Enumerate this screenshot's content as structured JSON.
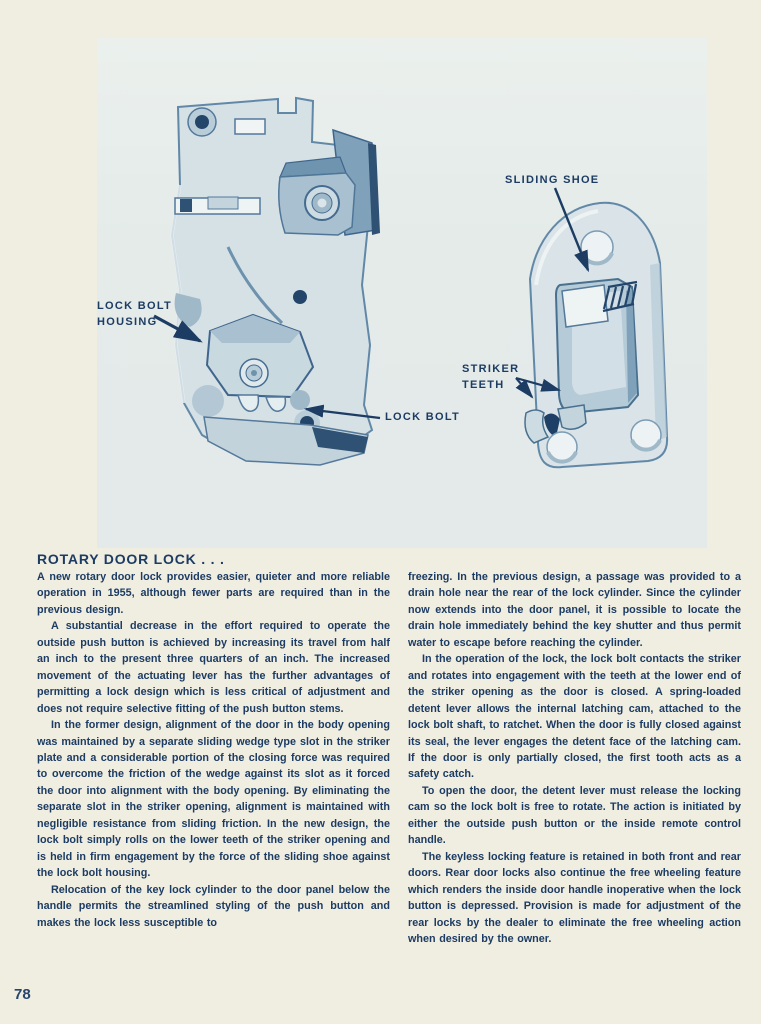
{
  "page": {
    "number": "78",
    "heading": "ROTARY DOOR LOCK .  .  .",
    "background_color": "#f0ede1",
    "text_color": "#1d3c63",
    "figure_plate_color": "#e5ebe9"
  },
  "figure": {
    "labels": {
      "sliding_shoe": "SLIDING SHOE",
      "lock_bolt_housing_line1": "LOCK BOLT",
      "lock_bolt_housing_line2": "HOUSING",
      "striker_teeth_line1": "STRIKER",
      "striker_teeth_line2": "TEETH",
      "lock_bolt": "LOCK BOLT"
    },
    "illustrations": {
      "left": "rotary door lock mechanism",
      "right": "striker plate"
    }
  },
  "columns": {
    "left": [
      "A new rotary door lock provides easier, quieter and more reliable operation in 1955, although fewer parts are required than in the previous design.",
      "A substantial decrease in the effort required to operate the outside push button is achieved by increasing its travel from half an inch to the present three quarters of an inch. The increased movement of the actuating lever has the further advantages of permitting a lock design which is less critical of adjustment and does not require selective fitting of the push button stems.",
      "In the former design, alignment of the door in the body opening was maintained by a separate sliding wedge type slot in the striker plate and a considerable portion of the closing force was required to overcome the friction of the wedge against its slot as it forced the door into alignment with the body opening. By eliminating the separate slot in the striker opening, alignment is maintained with negligible resistance from sliding friction. In the new design, the lock bolt simply rolls on the lower teeth of the striker opening and is held in firm engagement by the force of the sliding shoe against the lock bolt housing.",
      "Relocation of the key lock cylinder to the door panel below the handle permits the streamlined styling of the push button and makes the lock less susceptible to"
    ],
    "right": [
      "freezing. In the previous design, a passage was provided to a drain hole near the rear of the lock cylinder. Since the cylinder now extends into the door panel, it is possible to locate the drain hole immediately behind the key shutter and thus permit water to escape before reaching the cylinder.",
      "In the operation of the lock, the lock bolt contacts the striker and rotates into engagement with the teeth at the lower end of the striker opening as the door is closed. A spring-loaded detent lever allows the internal latching cam, attached to the lock bolt shaft, to ratchet. When the door is fully closed against its seal, the lever engages the detent face of the latching cam. If the door is only partially closed, the first tooth acts as a safety catch.",
      "To open the door, the detent lever must release the locking cam so the lock bolt is free to rotate. The action is initiated by either the outside push button or the inside remote control handle.",
      "The keyless locking feature is retained in both front and rear doors. Rear door locks also continue the free wheeling feature which renders the inside door handle inoperative when the lock button is depressed. Provision is made for adjustment of the rear locks by the dealer to eliminate the free wheeling action when desired by the owner."
    ]
  }
}
